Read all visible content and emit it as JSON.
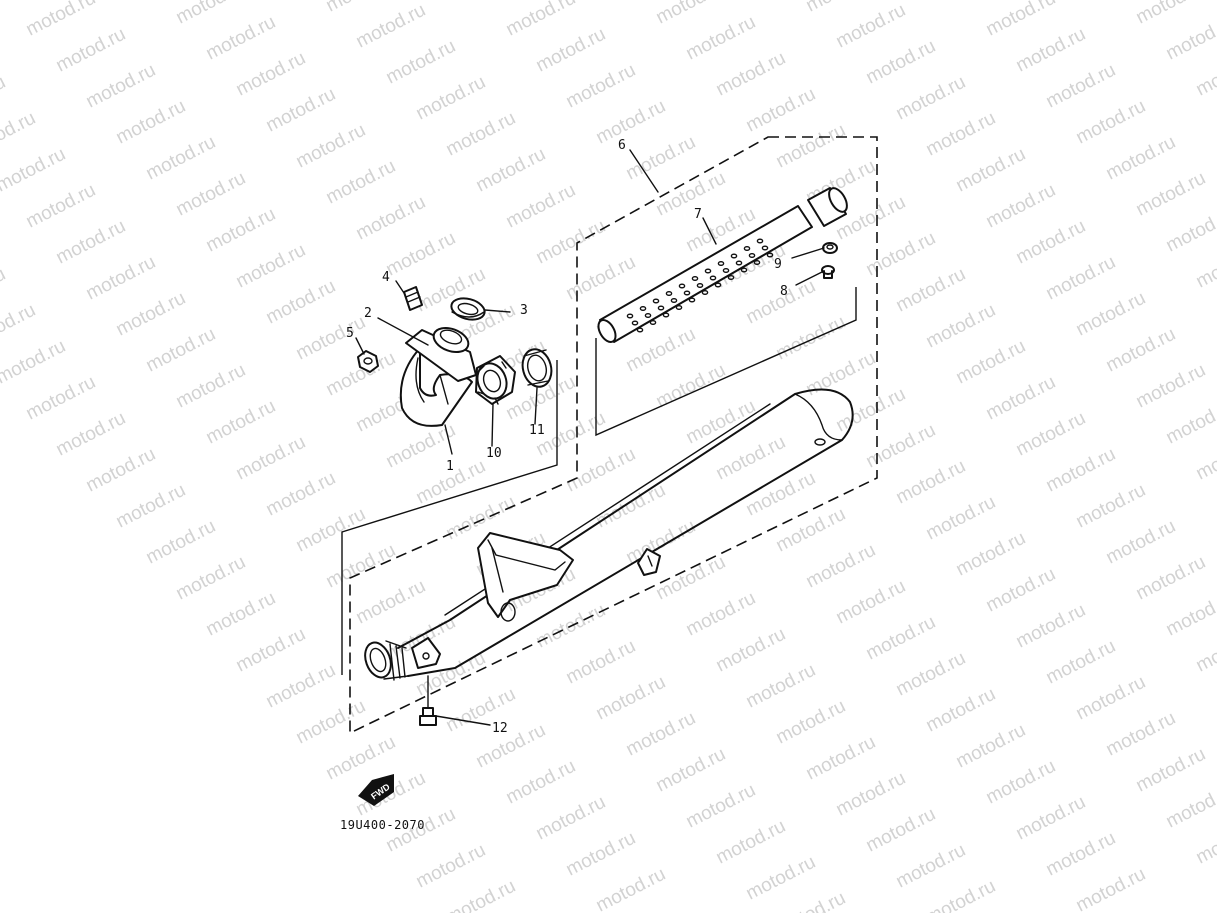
{
  "watermark": {
    "text": "motod.ru"
  },
  "callouts": {
    "c1": "1",
    "c2": "2",
    "c3": "3",
    "c4": "4",
    "c5": "5",
    "c6": "6",
    "c7": "7",
    "c8": "8",
    "c9": "9",
    "c10": "10",
    "c11": "11",
    "c12": "12"
  },
  "direction_badge": "FWD",
  "drawing_code": "19U400-2070"
}
